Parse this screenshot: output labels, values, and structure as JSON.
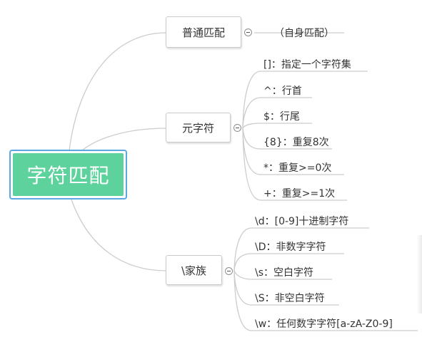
{
  "root": {
    "label": "字符匹配"
  },
  "branches": [
    {
      "label": "普通匹配",
      "children": [
        "（自身匹配）"
      ]
    },
    {
      "label": "元字符",
      "children": [
        "[]：指定一个字符集",
        "^：行首",
        "$：行尾",
        "{8}：重复8次",
        "*：重复>=0次",
        "+：重复>=1次"
      ]
    },
    {
      "label": "\\家族",
      "children": [
        "\\d：[0-9]十进制字符",
        "\\D：非数字字符",
        "\\s：空白字符",
        "\\S：非空白字符",
        "\\w：任何数字字符[a-zA-Z0-9]"
      ]
    }
  ],
  "colors": {
    "root_fill": "#5ed29c",
    "root_border": "#5aa8df",
    "line": "#cccccc"
  }
}
